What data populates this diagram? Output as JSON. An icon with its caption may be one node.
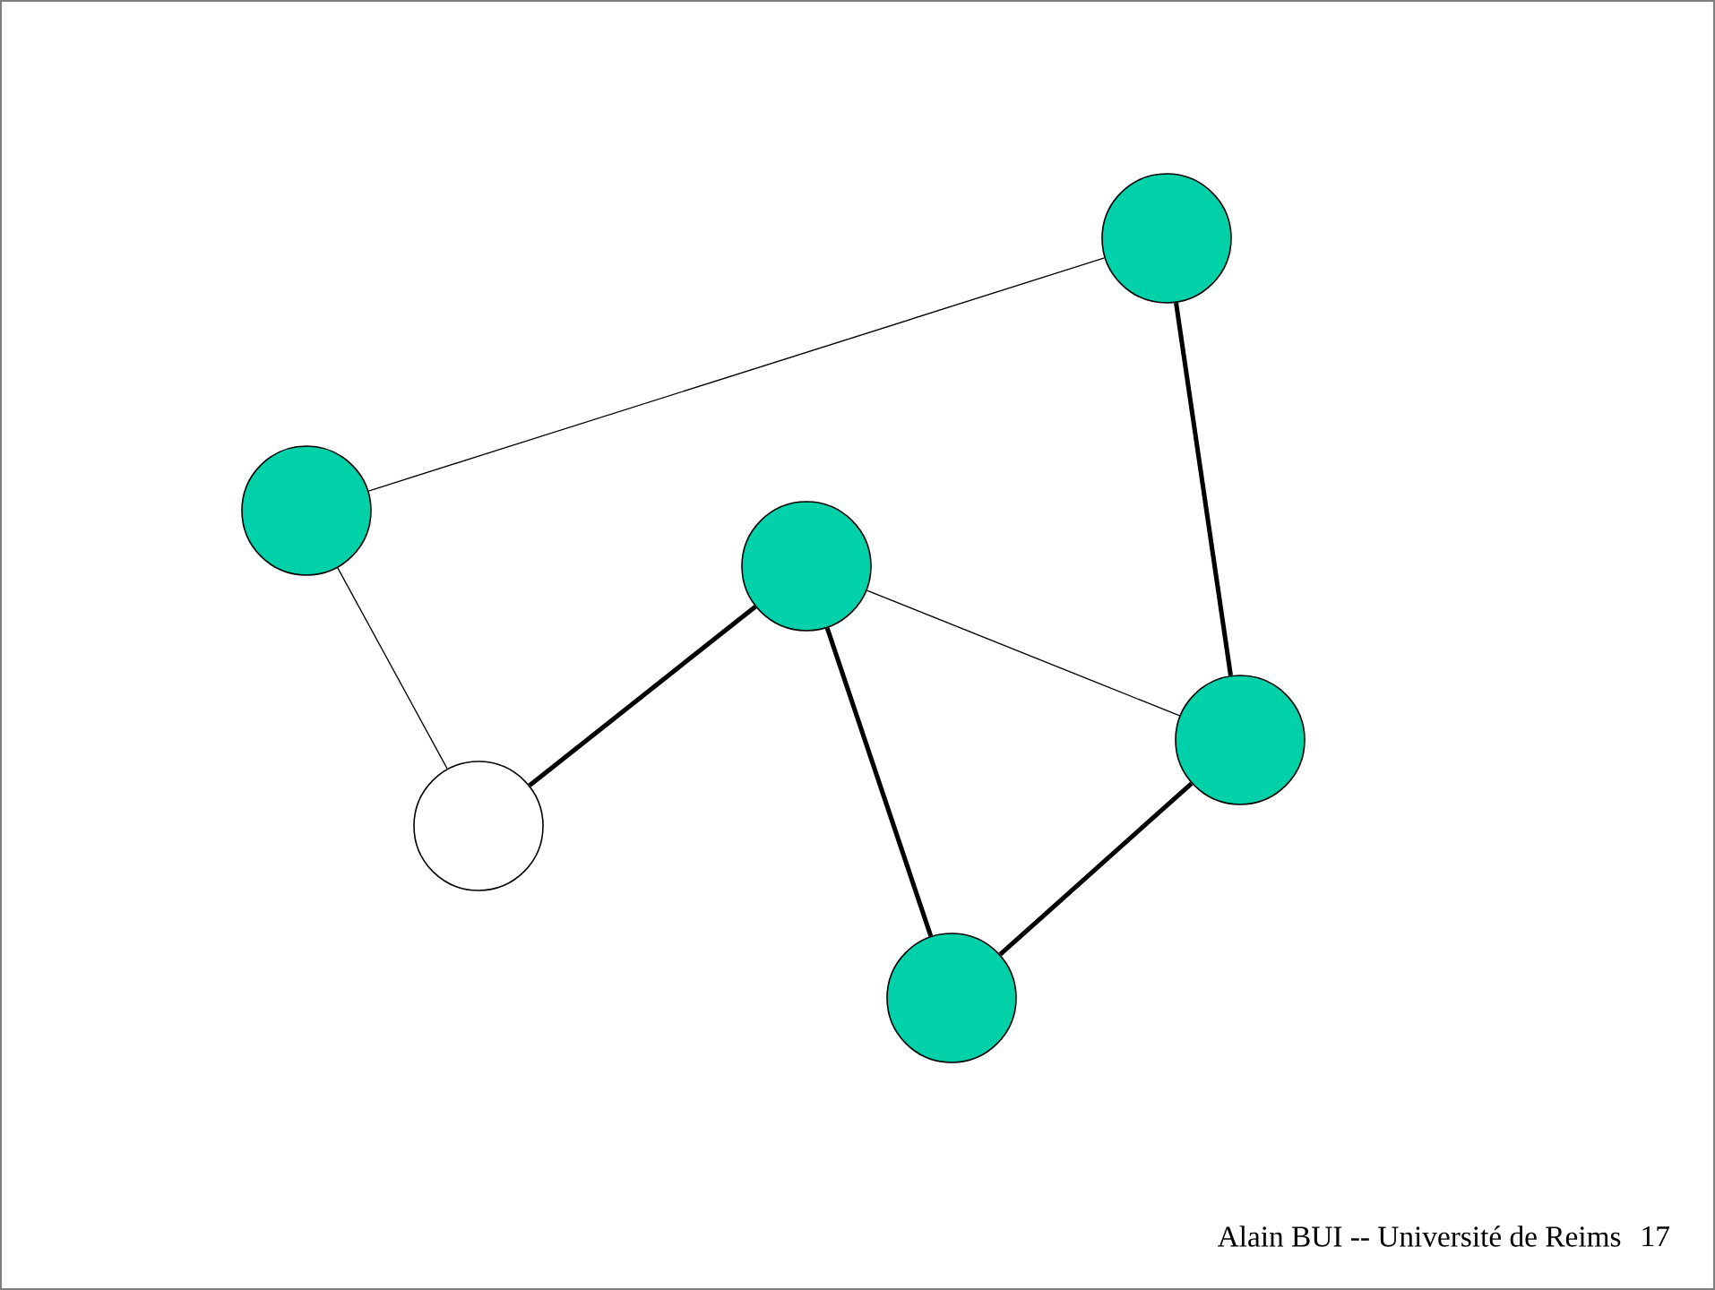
{
  "diagram": {
    "nodes": [
      {
        "text": [],
        "shape": "circle"
      },
      {
        "text": [],
        "shape": "circle"
      },
      {
        "text": [],
        "shape": "circle"
      },
      {
        "text": [],
        "shape": "circle"
      },
      {
        "text": [],
        "shape": "circle"
      },
      {
        "text": [],
        "shape": "circle"
      }
    ],
    "edges": [
      {
        "from": 0,
        "to": 4,
        "arrow": "none"
      },
      {
        "from": 0,
        "to": 1,
        "arrow": "none"
      },
      {
        "from": 1,
        "to": 2,
        "arrow": "none"
      },
      {
        "from": 2,
        "to": 5,
        "arrow": "none"
      },
      {
        "from": 2,
        "to": 3,
        "arrow": "none"
      },
      {
        "from": 3,
        "to": 5,
        "arrow": "none"
      },
      {
        "from": 4,
        "to": 5,
        "arrow": "none"
      }
    ],
    "labels": [
      "Alain BUI -- Université de Reims",
      "17"
    ]
  }
}
